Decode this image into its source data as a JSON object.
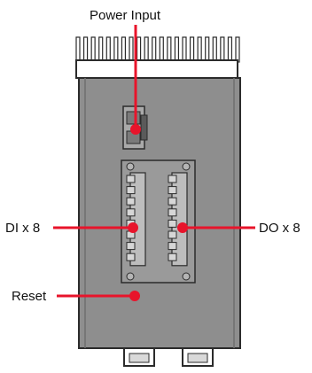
{
  "diagram": {
    "labels": {
      "power_input": "Power Input",
      "di": "DI x 8",
      "do": "DO x 8",
      "reset": "Reset"
    },
    "colors": {
      "callout": "#e8142b",
      "housing": "#8e8e8e",
      "housing_edge": "#2b2b2b",
      "heatsink": "#ffffff",
      "connector": "#a9a9a9"
    },
    "terminal_block_pins_per_side": 8,
    "heatsink_fins": 22
  }
}
